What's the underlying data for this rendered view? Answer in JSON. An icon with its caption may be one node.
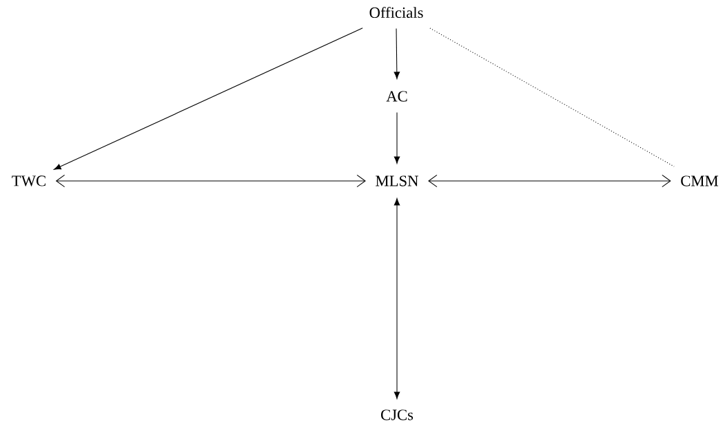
{
  "diagram": {
    "nodes": [
      {
        "text": [
          "Officials"
        ]
      },
      {
        "text": [
          "AC"
        ]
      },
      {
        "text": [
          "TWC"
        ]
      },
      {
        "text": [
          "MLSN"
        ]
      },
      {
        "text": [
          "CMM"
        ]
      },
      {
        "text": [
          "CJCs"
        ]
      }
    ],
    "edges": [
      {
        "from": 0,
        "to": 1,
        "arrow": "to"
      },
      {
        "from": 1,
        "to": 3,
        "arrow": "to"
      },
      {
        "from": 0,
        "to": 2,
        "arrow": "to"
      },
      {
        "from": 2,
        "to": 3,
        "arrow": "both"
      },
      {
        "from": 3,
        "to": 4,
        "arrow": "both"
      },
      {
        "from": 3,
        "to": 5,
        "arrow": "both"
      },
      {
        "from": 0,
        "to": 4,
        "arrow": "none",
        "style": "dashed"
      }
    ]
  }
}
